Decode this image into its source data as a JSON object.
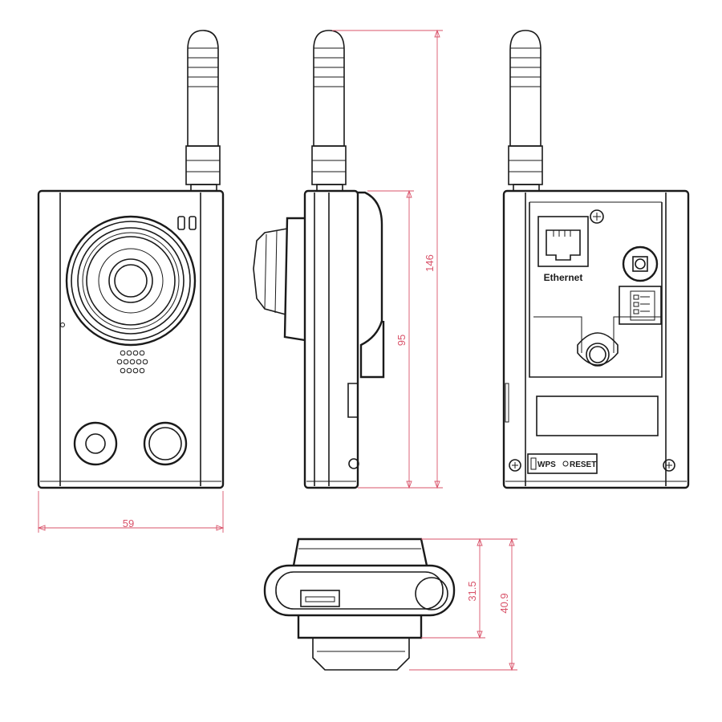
{
  "colors": {
    "line": "#1a1a1a",
    "dimension": "#d9536a",
    "background": "#ffffff"
  },
  "labels": {
    "ethernet": "Ethernet",
    "wps": "WPS",
    "reset": "RESET"
  },
  "dimensions": {
    "width": "59",
    "total_height": "146",
    "body_height": "95",
    "base_depth": "31.5",
    "total_depth": "40.9"
  },
  "icons": [
    "antenna-icon",
    "lens-icon",
    "speaker-grille-icon",
    "ethernet-port-icon",
    "dc-jack-icon",
    "terminal-block-icon",
    "screw-icon",
    "usb-port-icon"
  ]
}
